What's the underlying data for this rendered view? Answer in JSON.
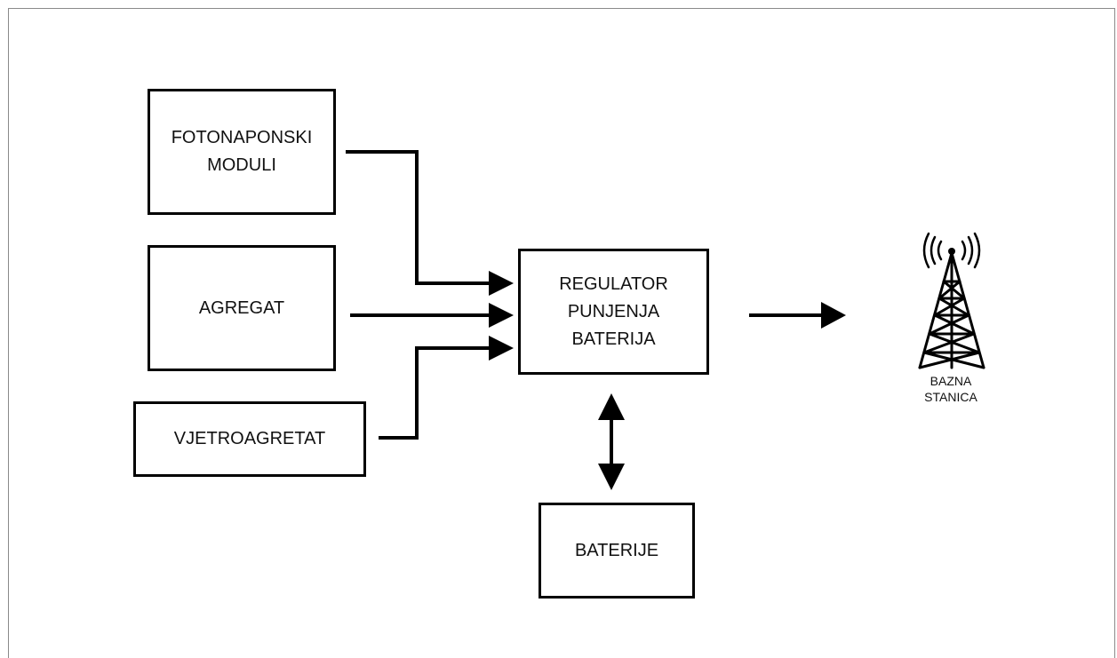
{
  "diagram": {
    "sources": {
      "fotonaponski": [
        "FOTONAPONSKI",
        "MODULI"
      ],
      "agregat": [
        "AGREGAT"
      ],
      "vjetroagregat": [
        "VJETROAGRETAT"
      ]
    },
    "regulator": [
      "REGULATOR",
      "PUNJENJA",
      "BATERIJA"
    ],
    "baterije": [
      "BATERIJE"
    ],
    "tower": {
      "icon": "radio-tower-icon",
      "label": [
        "BAZNA",
        "STANICA"
      ]
    }
  }
}
